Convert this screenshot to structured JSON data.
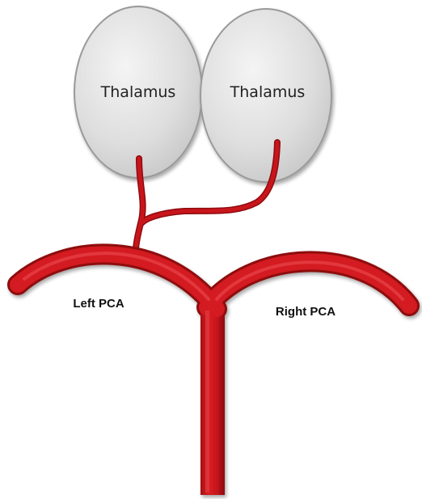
{
  "labels": {
    "thalamus_left": "Thalamus",
    "thalamus_right": "Thalamus",
    "left_pca": "Left PCA",
    "right_pca": "Right PCA"
  },
  "colors": {
    "vessel": "#c8151b",
    "vessel_dark": "#8e0b10",
    "vessel_highlight": "#e8454a",
    "thalamus_fill": "#dcdcdc",
    "thalamus_stroke": "#9a9a9a",
    "background": "#ffffff"
  }
}
